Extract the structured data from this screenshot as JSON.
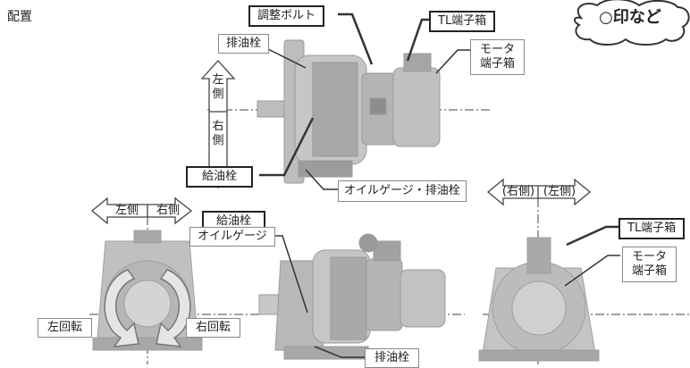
{
  "title": "配置",
  "bubble": "○印など",
  "callouts": {
    "drain_plug_top": "排油栓",
    "adjust_bolt": "調整ボルト",
    "tl_terminal_top": "TL端子箱",
    "motor_terminal_top": "モータ\n端子箱",
    "fill_plug_top": "給油栓",
    "oil_gauge_drain": "オイルゲージ・排油栓",
    "fill_plug_front": "給油栓",
    "oil_gauge_front": "オイルゲージ",
    "drain_plug_front": "排油栓",
    "tl_terminal_side": "TL端子箱",
    "motor_terminal_side": "モータ\n端子箱"
  },
  "vertical_arrow": {
    "upper": "左\n側",
    "lower": "右\n側"
  },
  "horizontal_arrow_left": {
    "left": "左側",
    "right": "右側"
  },
  "horizontal_arrow_right": {
    "left": "(右側)",
    "right": "(左側)"
  },
  "rotation": {
    "left": "左回転",
    "right": "右回転"
  },
  "colors": {
    "machine_body": "#b9b9b9",
    "machine_shadow": "#8f8f8f",
    "leader": "#222222",
    "callout_border": "#888888"
  }
}
